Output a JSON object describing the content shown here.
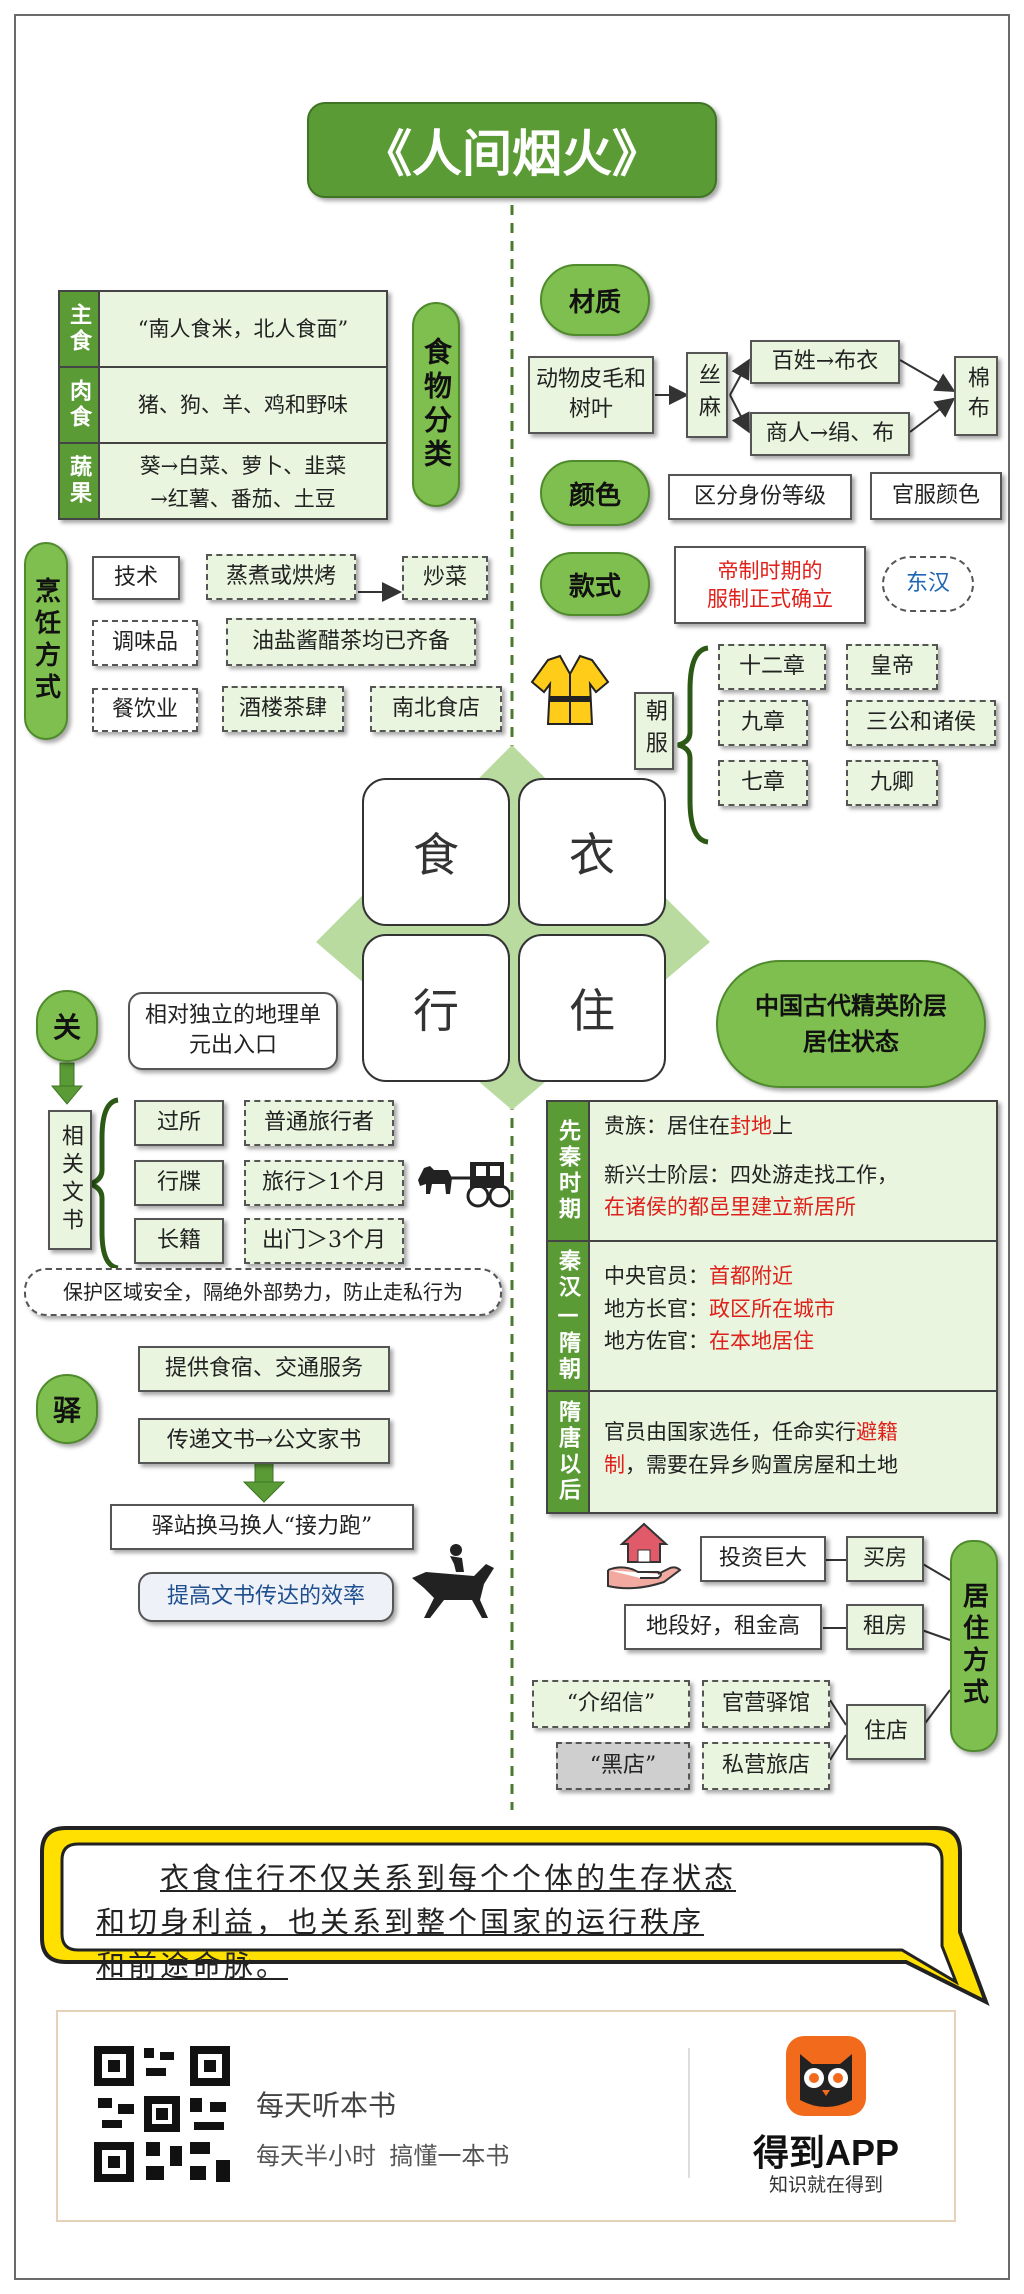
{
  "title": "《人间烟火》",
  "food": {
    "category_label": "食物分类",
    "rows": [
      {
        "head": "主食",
        "text": "“南人食米，北人食面”"
      },
      {
        "head": "肉食",
        "text": "猪、狗、羊、鸡和野味"
      },
      {
        "head": "蔬果",
        "line1": "葵→白菜、萝卜、韭菜",
        "line2": "→红薯、番茄、土豆"
      }
    ],
    "cooking_label": "烹饪方式",
    "technique": "技术",
    "technique_a": "蒸煮或烘烤",
    "technique_b": "炒菜",
    "seasoning": "调味品",
    "seasoning_v": "油盐酱醋茶均已齐备",
    "catering": "餐饮业",
    "catering_a": "酒楼茶肆",
    "catering_b": "南北食店"
  },
  "clothing": {
    "material": "材质",
    "source": "动物皮毛和树叶",
    "silk_hemp": "丝麻",
    "commoner": "百姓→布衣",
    "merchant": "商人→绢、布",
    "cotton": "棉布",
    "color": "颜色",
    "color_a": "区分身份等级",
    "color_b": "官服颜色",
    "style": "款式",
    "style_note_1": "帝制时期的",
    "style_note_2": "服制正式确立",
    "dynasty": "东汉",
    "court_dress": "朝服",
    "grid": [
      [
        "十二章",
        "皇帝"
      ],
      [
        "九章",
        "三公和诸侯"
      ],
      [
        "七章",
        "九卿"
      ]
    ]
  },
  "center": {
    "food": "食",
    "clothing": "衣",
    "travel": "行",
    "housing": "住"
  },
  "travel": {
    "pass_label": "关",
    "geo_unit": "相对独立的地理单元出入口",
    "docs_label": "相关文书",
    "docs": [
      {
        "name": "过所",
        "desc": "普通旅行者"
      },
      {
        "name": "行牒",
        "desc": "旅行＞1个月"
      },
      {
        "name": "长籍",
        "desc": "出门＞3个月"
      }
    ],
    "purpose": "保护区域安全，隔绝外部势力，防止走私行为",
    "post_label": "驿",
    "post_a": "提供食宿、交通服务",
    "post_b": "传递文书→公文家书",
    "relay": "驿站换马换人“接力跑”",
    "efficiency": "提高文书传达的效率"
  },
  "housing": {
    "elite": "中国古代精英阶层居住状态",
    "periods": [
      {
        "head": "先秦时期",
        "lines": [
          [
            {
              "t": "贵族：居住在"
            },
            {
              "t": "封地",
              "c": "red"
            },
            {
              "t": "上"
            }
          ],
          [
            {
              "t": ""
            }
          ],
          [
            {
              "t": "新兴士阶层：四处游走找工作，"
            }
          ],
          [
            {
              "t": "在诸侯的都邑里建立新居所",
              "c": "red"
            }
          ]
        ]
      },
      {
        "head": "秦汉—隋朝",
        "lines": [
          [
            {
              "t": "中央官员："
            },
            {
              "t": "首都附近",
              "c": "red"
            }
          ],
          [
            {
              "t": "地方长官："
            },
            {
              "t": "政区所在城市",
              "c": "red"
            }
          ],
          [
            {
              "t": "地方佐官："
            },
            {
              "t": "在本地居住",
              "c": "red"
            }
          ]
        ]
      },
      {
        "head": "隋唐以后",
        "lines": [
          [
            {
              "t": "官员由国家选任，任命实行"
            },
            {
              "t": "避籍",
              "c": "red"
            }
          ],
          [
            {
              "t": "制",
              "c": "red"
            },
            {
              "t": "，需要在异乡购置房屋和土地"
            }
          ]
        ]
      }
    ],
    "ways_label": "居住方式",
    "buy": "买房",
    "buy_note": "投资巨大",
    "rent": "租房",
    "rent_note": "地段好，租金高",
    "inn": "住店",
    "letter": "“介绍信”",
    "official_inn": "官营驿馆",
    "black_inn": "“黑店”",
    "private_inn": "私营旅店"
  },
  "summary": {
    "line1": "衣食住行不仅关系到每个个体的生存状态",
    "line2": "和切身利益，也关系到整个国家的运行秩序",
    "line3": "和前途命脉。"
  },
  "footer": {
    "slogan_1": "每天听本书",
    "slogan_2": "每天半小时  搞懂一本书",
    "brand": "得到APP",
    "brand_sub": "知识就在得到"
  },
  "colors": {
    "green": "#5b9b36",
    "light_green": "#e9f5df",
    "red": "#e0201a",
    "blue": "#1f66b5",
    "yellow": "#ffe000"
  }
}
